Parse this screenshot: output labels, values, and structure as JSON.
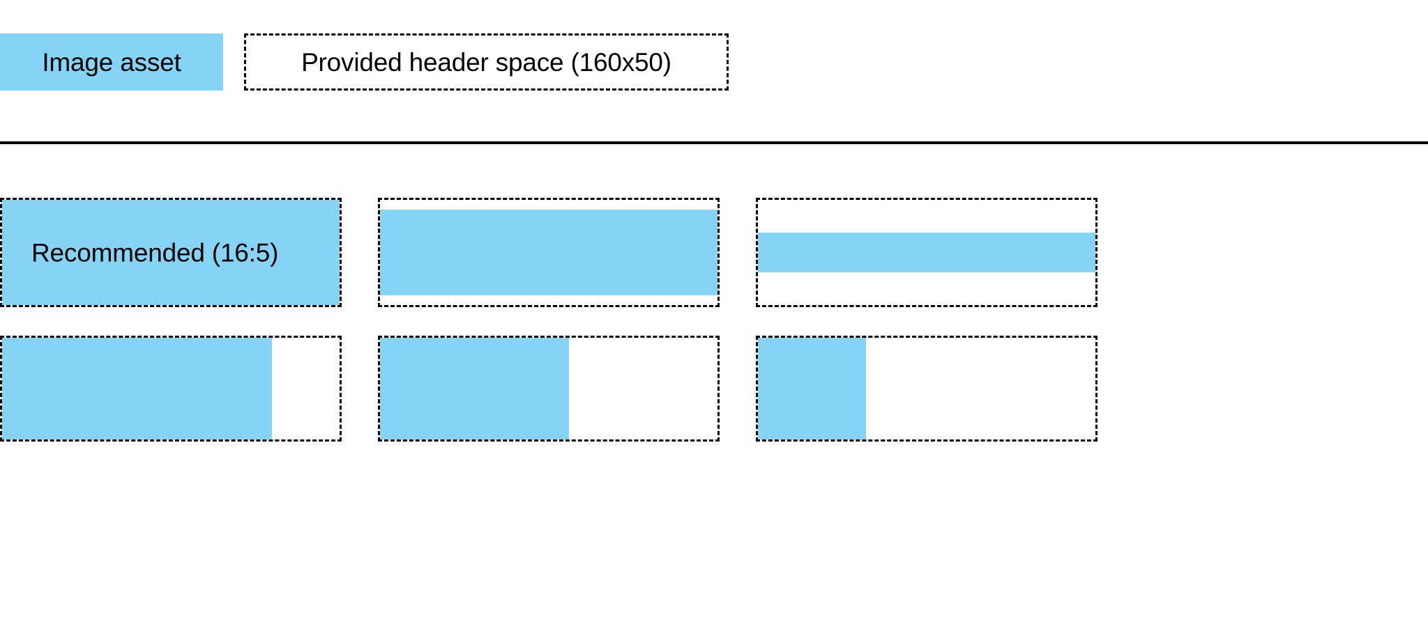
{
  "colors": {
    "asset_blue": "#85d4f5",
    "outline": "#000000",
    "background": "#ffffff"
  },
  "legend": {
    "swatch_label": "Image asset",
    "space_label": "Provided header space (160x50)"
  },
  "examples": {
    "caption": "Recommended (16:5)",
    "rows": [
      {
        "name": "height-fit-row",
        "tiles": [
          {
            "name": "tile-recommended-16-5",
            "has_caption": true,
            "fill": {
              "left_pct": 0,
              "top_pct": 0,
              "width_pct": 100,
              "height_pct": 100
            }
          },
          {
            "name": "tile-taller-ratio",
            "has_caption": false,
            "fill": {
              "left_pct": 0,
              "top_pct": 9,
              "width_pct": 100,
              "height_pct": 82
            }
          },
          {
            "name": "tile-widest-ratio",
            "has_caption": false,
            "fill": {
              "left_pct": 0,
              "top_pct": 31,
              "width_pct": 100,
              "height_pct": 38
            }
          }
        ]
      },
      {
        "name": "width-fit-row",
        "tiles": [
          {
            "name": "tile-width-80",
            "has_caption": false,
            "fill": {
              "left_pct": 0,
              "top_pct": 0,
              "width_pct": 80,
              "height_pct": 100
            }
          },
          {
            "name": "tile-width-57",
            "has_caption": false,
            "fill": {
              "left_pct": 0,
              "top_pct": 0,
              "width_pct": 56,
              "height_pct": 100
            }
          },
          {
            "name": "tile-width-32",
            "has_caption": false,
            "fill": {
              "left_pct": 0,
              "top_pct": 0,
              "width_pct": 32,
              "height_pct": 100
            }
          }
        ]
      }
    ]
  }
}
